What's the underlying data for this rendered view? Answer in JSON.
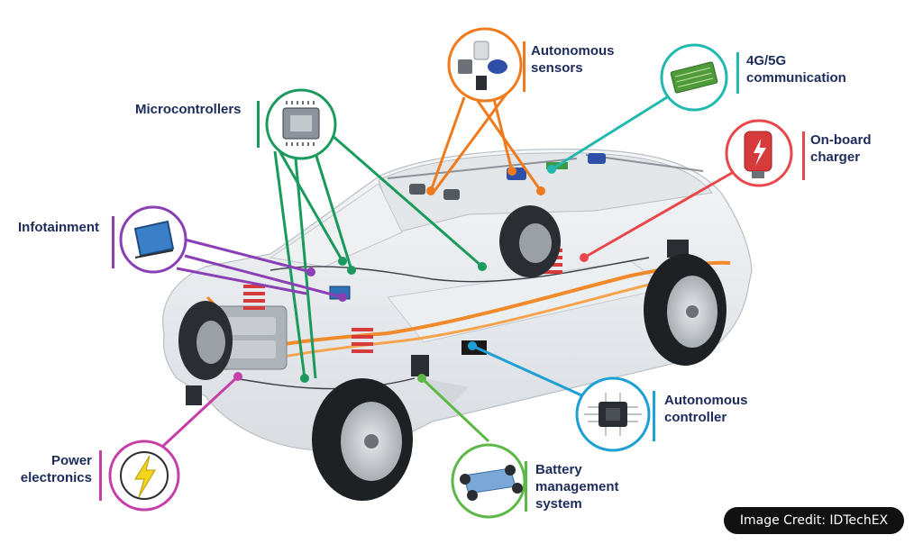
{
  "labels": {
    "microcontrollers": "Microcontrollers",
    "autonomous_sensors": "Autonomous\nsensors",
    "communication": "4G/5G\ncommunication",
    "onboard_charger": "On-board\ncharger",
    "infotainment": "Infotainment",
    "power_electronics": "Power\nelectronics",
    "battery_management": "Battery\nmanagement\nsystem",
    "autonomous_controller": "Autonomous\ncontroller"
  },
  "credit": "Image Credit: IDTechEX",
  "colors": {
    "microcontrollers": "#1a9a5c",
    "autonomous_sensors": "#f07b1f",
    "communication": "#22b9b0",
    "onboard_charger": "#e8484c",
    "infotainment": "#8a3fb5",
    "power_electronics": "#c53fa8",
    "battery_management": "#5cb847",
    "autonomous_controller": "#1e9fd6",
    "label_text": "#1c2b5a"
  },
  "icons": {
    "microcontrollers": "microchip-icon",
    "autonomous_sensors": "sensor-cluster-icon",
    "communication": "circuit-board-icon",
    "onboard_charger": "charger-icon",
    "infotainment": "display-screen-icon",
    "power_electronics": "lightning-bolt-icon",
    "battery_management": "skateboard-chassis-icon",
    "autonomous_controller": "processor-chip-icon"
  }
}
